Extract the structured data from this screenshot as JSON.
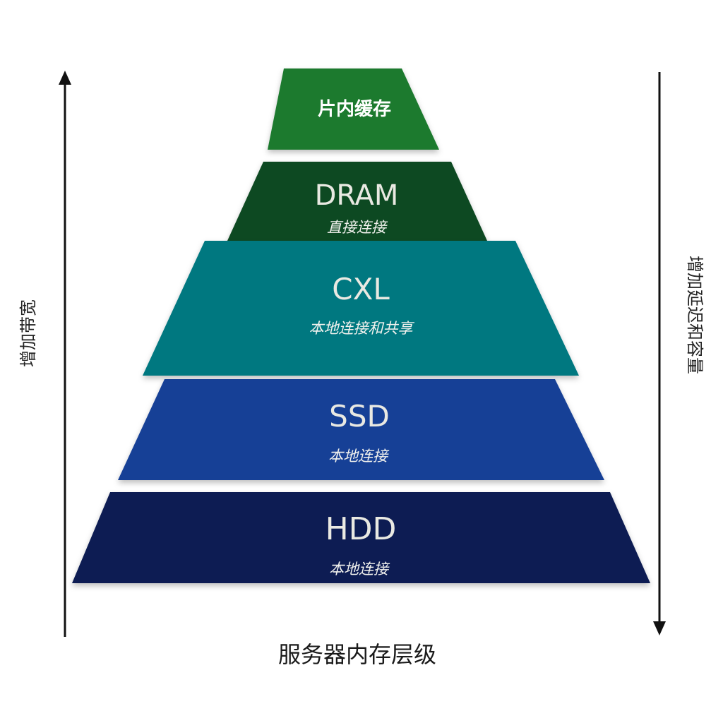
{
  "tiers": [
    {
      "title": "片内缓存",
      "subtitle": "",
      "color": "#1c7a2e"
    },
    {
      "title": "DRAM",
      "subtitle": "直接连接",
      "color": "#0e4a22"
    },
    {
      "title": "CXL",
      "subtitle": "本地连接和共享",
      "color": "#067880"
    },
    {
      "title": "SSD",
      "subtitle": "本地连接",
      "color": "#173f96"
    },
    {
      "title": "HDD",
      "subtitle": "本地连接",
      "color": "#0d1e52"
    }
  ],
  "left_axis_label": "增加带宽",
  "right_axis_label": "增加延迟和容量",
  "caption": "服务器内存层级"
}
